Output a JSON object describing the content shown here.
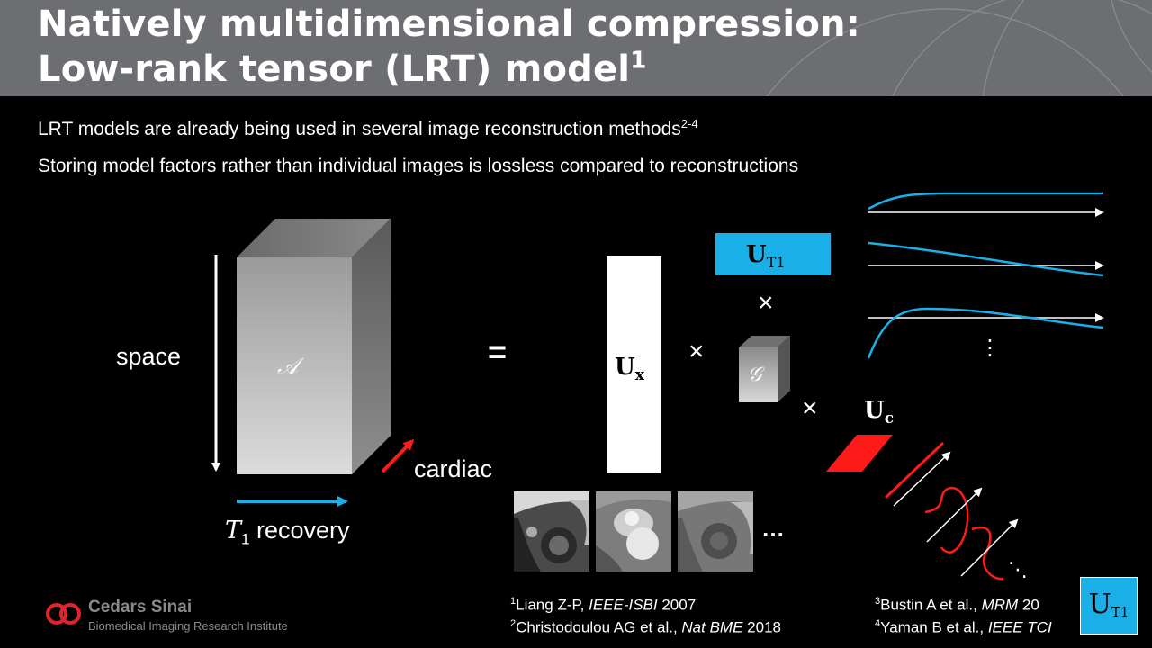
{
  "slide": {
    "title_line1": "Natively multidimensional compression:",
    "title_line2": "Low-rank tensor (LRT) model",
    "title_sup": "1",
    "bullet1_text": "LRT models are already being used in several image reconstruction methods",
    "bullet1_sup": "2-4",
    "bullet2_text": "Storing model factors rather than individual images is lossless compared to reconstructions"
  },
  "diagram": {
    "space_label": "space",
    "tensor_symbol": "𝒜",
    "cardiac_label": "cardiac",
    "t1_symbol": "T",
    "t1_subscript": "1",
    "recovery_word": "recovery",
    "equals": "=",
    "times": "×",
    "ux_main": "U",
    "ux_sub": "x",
    "core_symbol": "𝒢",
    "ut1_main": "U",
    "ut1_sub": "T1",
    "uc_main": "U",
    "uc_sub": "c",
    "ellipsis": "…",
    "vertical_ellipsis": "⋮",
    "diag_ellipsis": "⋱"
  },
  "colors": {
    "accent_blue": "#1aafe6",
    "accent_red": "#ff1a1a",
    "header_gray": "#6d6e71",
    "logo_red": "#e0242b"
  },
  "footnotes": {
    "f1_sup": "1",
    "f1_authors": "Liang Z-P, ",
    "f1_venue": "IEEE-ISBI",
    "f1_year": " 2007",
    "f2_sup": "2",
    "f2_authors": "Christodoulou AG et al., ",
    "f2_venue": "Nat BME",
    "f2_year": " 2018",
    "f3_sup": "3",
    "f3_authors": "Bustin A et al., ",
    "f3_venue": "MRM",
    "f3_year": " 20",
    "f4_sup": "4",
    "f4_authors": "Yaman B et al., ",
    "f4_venue": "IEEE TCI",
    "f4_year": ""
  },
  "branding": {
    "name": "Cedars Sinai",
    "subtitle": "Biomedical Imaging Research Institute",
    "badge_main": "U",
    "badge_sub": "T1"
  }
}
